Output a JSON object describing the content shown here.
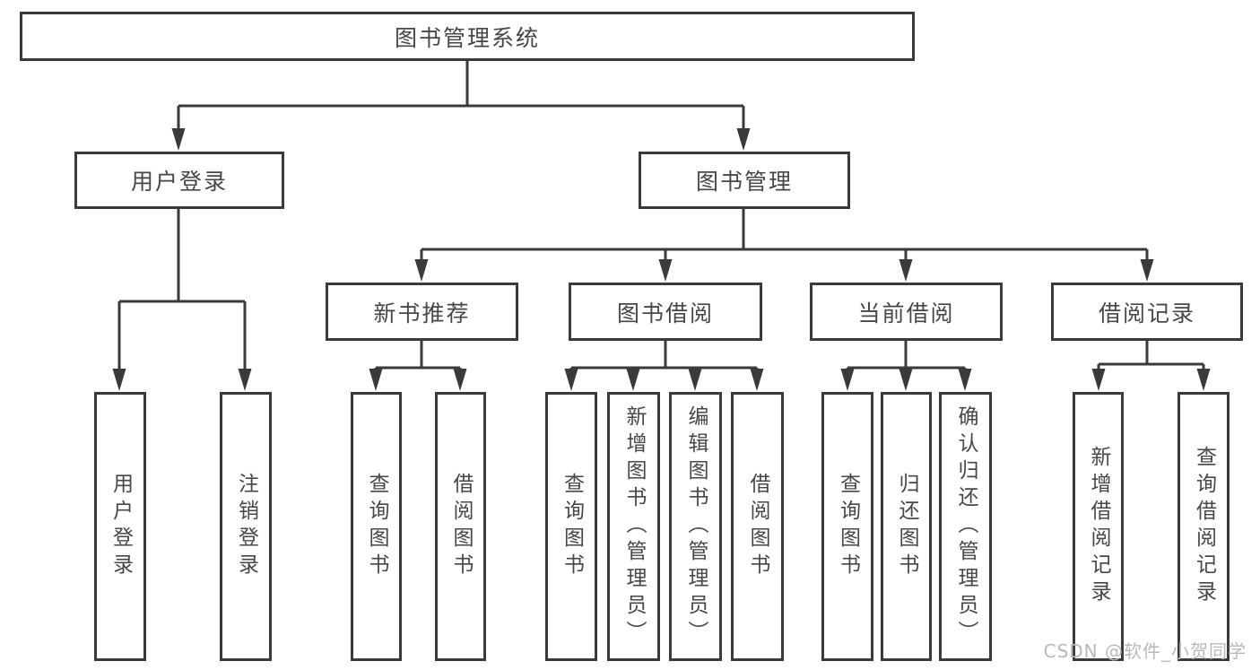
{
  "diagram": {
    "colors": {
      "background": "#ffffff",
      "line": "#3a3a3a",
      "text": "#474747",
      "watermark": "#b9b9b9"
    },
    "root": {
      "label": "图书管理系统"
    },
    "user_login": {
      "label": "用户登录",
      "children": [
        {
          "label": "用户登录"
        },
        {
          "label": "注销登录"
        }
      ]
    },
    "book_mgmt": {
      "label": "图书管理",
      "sections": [
        {
          "label": "新书推荐",
          "children": [
            {
              "label": "查询图书"
            },
            {
              "label": "借阅图书"
            }
          ]
        },
        {
          "label": "图书借阅",
          "children": [
            {
              "label": "查询图书"
            },
            {
              "label": "新增图书（管理员）"
            },
            {
              "label": "编辑图书（管理员）"
            },
            {
              "label": "借阅图书"
            }
          ]
        },
        {
          "label": "当前借阅",
          "children": [
            {
              "label": "查询图书"
            },
            {
              "label": "归还图书"
            },
            {
              "label": "确认归还（管理员）"
            }
          ]
        },
        {
          "label": "借阅记录",
          "children": [
            {
              "label": "新增借阅记录"
            },
            {
              "label": "查询借阅记录"
            }
          ]
        }
      ]
    },
    "watermark": "CSDN @软件_小贺同学"
  }
}
